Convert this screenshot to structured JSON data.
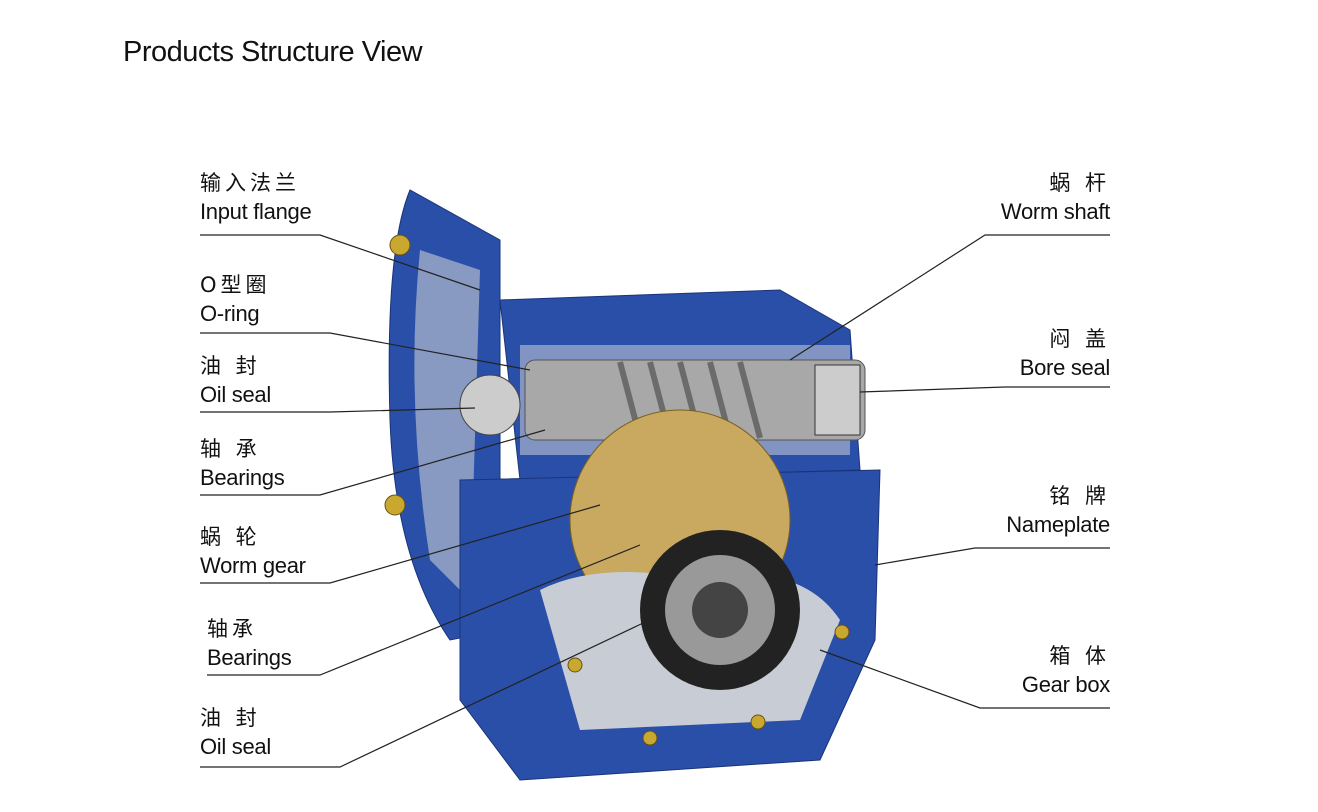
{
  "title": "Products Structure View",
  "left_labels": [
    {
      "cn": "输入法兰",
      "en": "Input flange"
    },
    {
      "cn": "O型圈",
      "en": "O-ring"
    },
    {
      "cn": "油 封",
      "en": "Oil seal"
    },
    {
      "cn": "轴 承",
      "en": "Bearings"
    },
    {
      "cn": "蜗 轮",
      "en": "Worm gear"
    },
    {
      "cn": "轴承",
      "en": "Bearings"
    },
    {
      "cn": "油 封",
      "en": "Oil seal"
    }
  ],
  "right_labels": [
    {
      "cn": "蜗 杆",
      "en": "Worm shaft"
    },
    {
      "cn": "闷 盖",
      "en": "Bore seal"
    },
    {
      "cn": "铭 牌",
      "en": "Nameplate"
    },
    {
      "cn": "箱 体",
      "en": "Gear box"
    }
  ],
  "colors": {
    "housing": "#2a4fa8",
    "housing_dark": "#1a3478",
    "metal": "#b8b8b8",
    "bronze": "#c9a860"
  }
}
